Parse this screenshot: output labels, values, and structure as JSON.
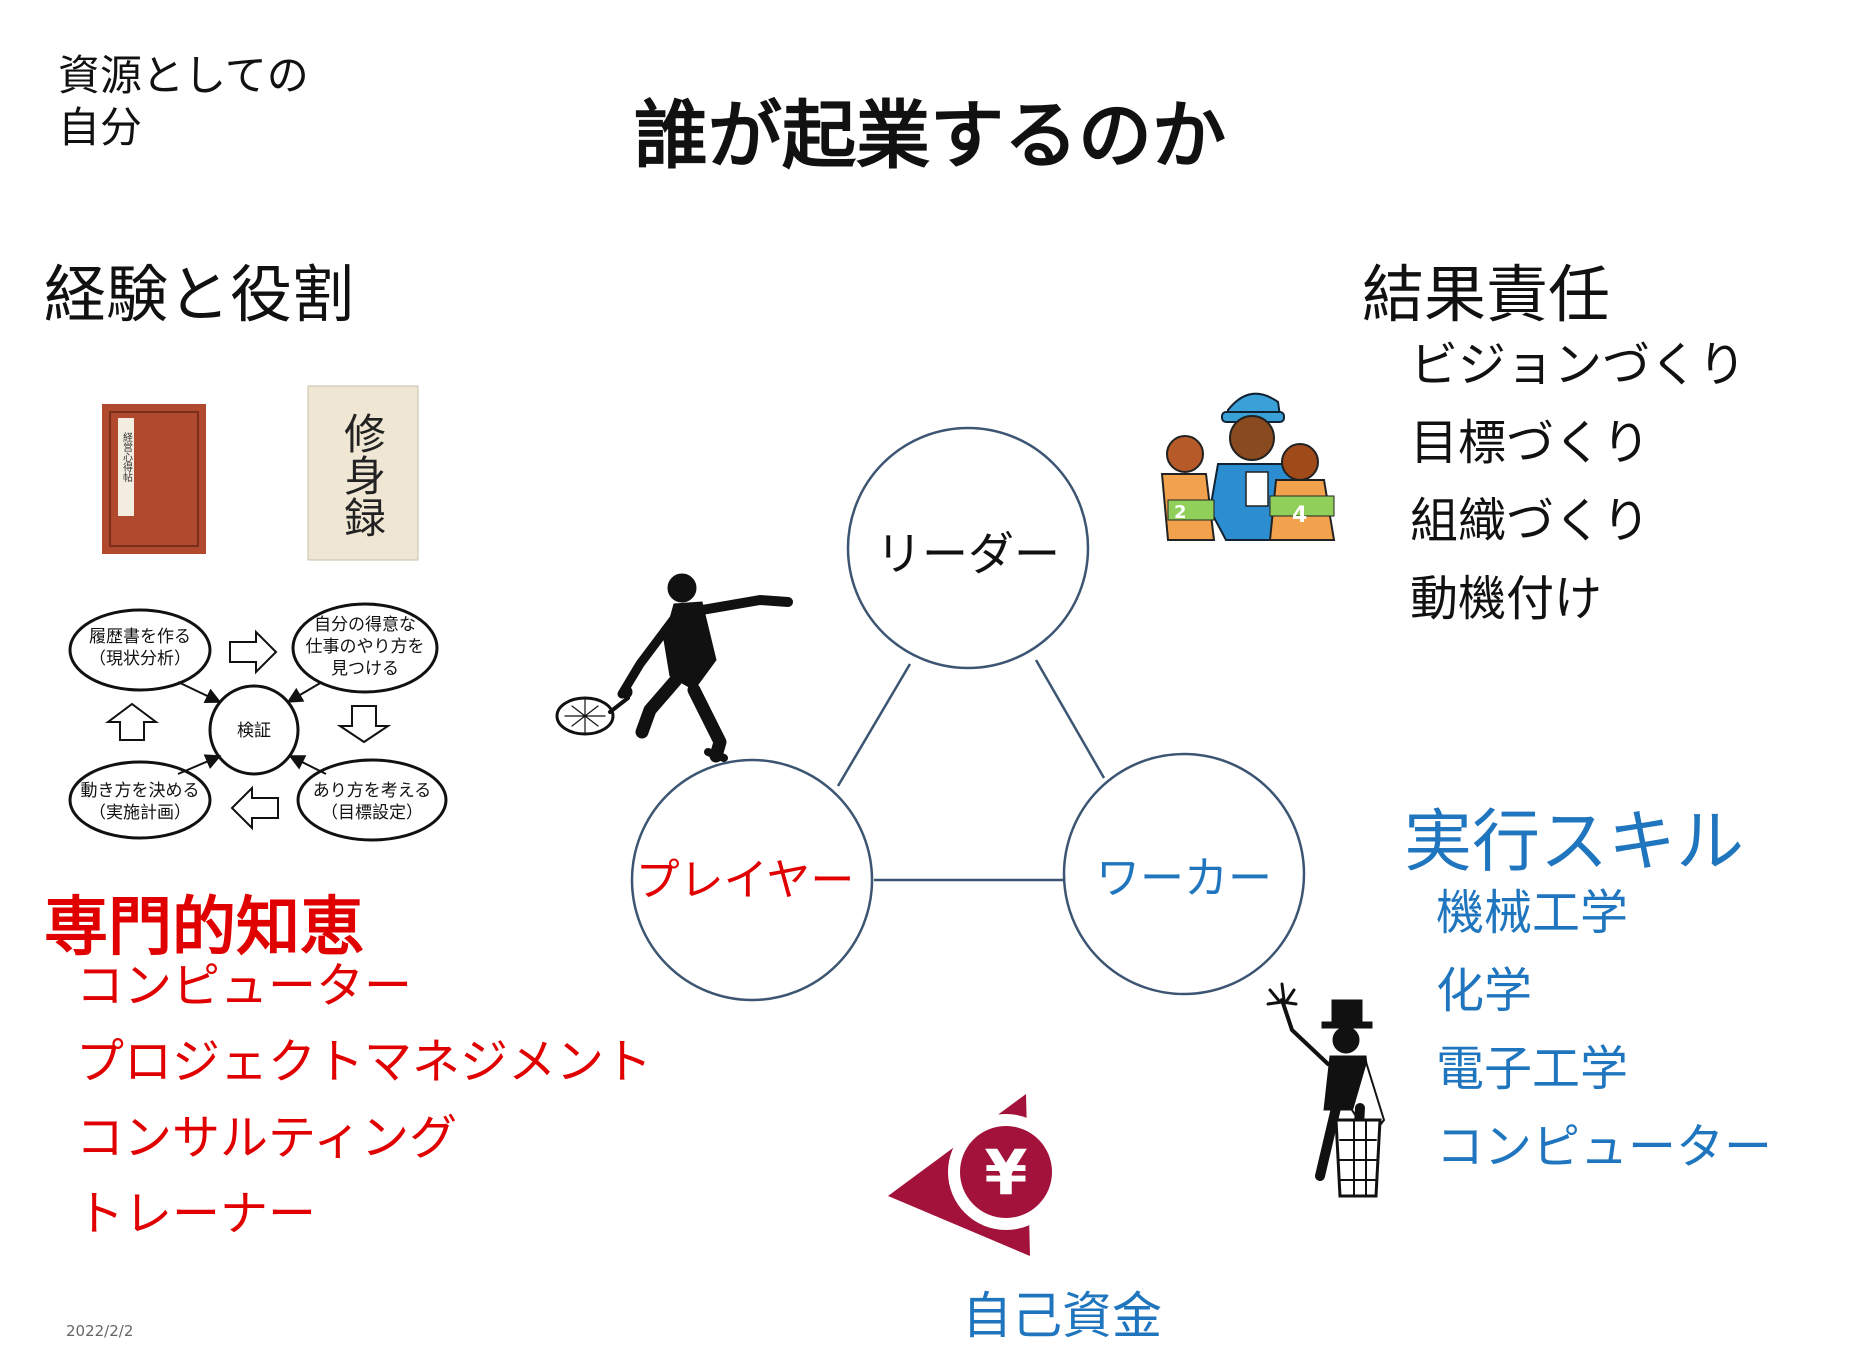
{
  "corner_label": [
    "資源としての",
    "自分"
  ],
  "title": "誰が起業するのか",
  "left_heading": "経験と役割",
  "right_heading": "結果責任",
  "responsibility_items": [
    "ビジョンづくり",
    "目標づくり",
    "組織づくり",
    "動機付け"
  ],
  "book_covers": {
    "left_cover_text": "経営心得帖",
    "right_cover_text": "修身録"
  },
  "cycle": {
    "top_left": [
      "履歴書を作る",
      "（現状分析）"
    ],
    "top_right": [
      "自分の得意な",
      "仕事のやり方を",
      "見つける"
    ],
    "center": "検証",
    "bottom_left": [
      "動き方を決める",
      "（実施計画）"
    ],
    "bottom_right": [
      "あり方を考える",
      "（目標設定）"
    ]
  },
  "expertise": {
    "heading": "専門的知恵",
    "items": [
      "コンピューター",
      "プロジェクトマネジメント",
      "コンサルティング",
      "トレーナー"
    ]
  },
  "skills": {
    "heading": "実行スキル",
    "items": [
      "機械工学",
      "化学",
      "電子工学",
      "コンピューター"
    ]
  },
  "triangle": {
    "leader": "リーダー",
    "player": "プレイヤー",
    "worker": "ワーカー"
  },
  "funds": {
    "symbol": "¥",
    "label": "自己資金"
  },
  "coach_jersey_numbers": [
    "2",
    "4"
  ],
  "date": "2022/2/2",
  "colors": {
    "red": "#e00000",
    "blue": "#1f76be",
    "circle_stroke": "#3b5572",
    "yen_maroon": "#a3123a"
  }
}
